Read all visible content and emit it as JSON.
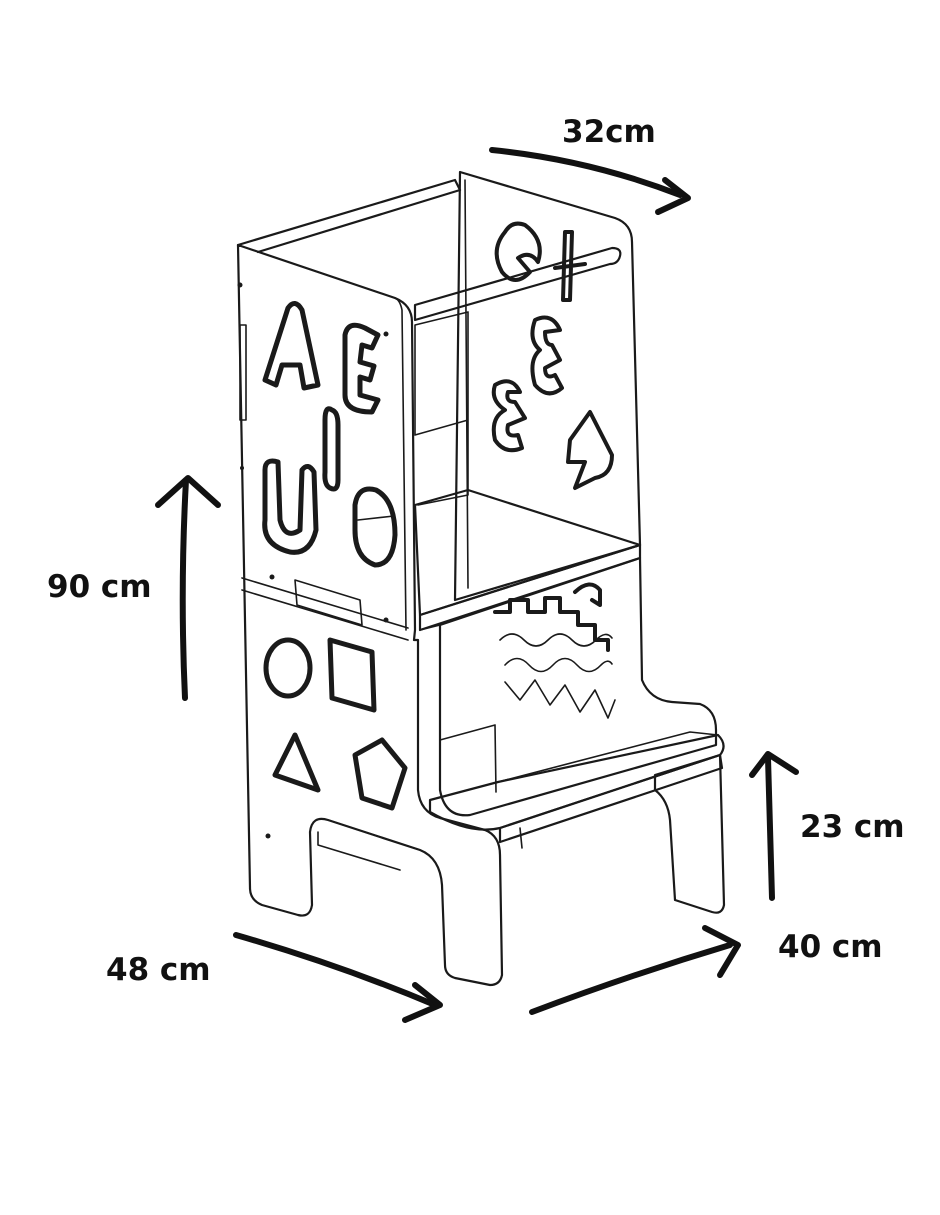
{
  "dimensions": {
    "depth_top": "32cm",
    "height": "90 cm",
    "step_height": "23 cm",
    "width": "48 cm",
    "depth_bottom": "40 cm"
  },
  "colors": {
    "line": "#1a1a1a",
    "background": "#ffffff",
    "text": "#111111"
  }
}
